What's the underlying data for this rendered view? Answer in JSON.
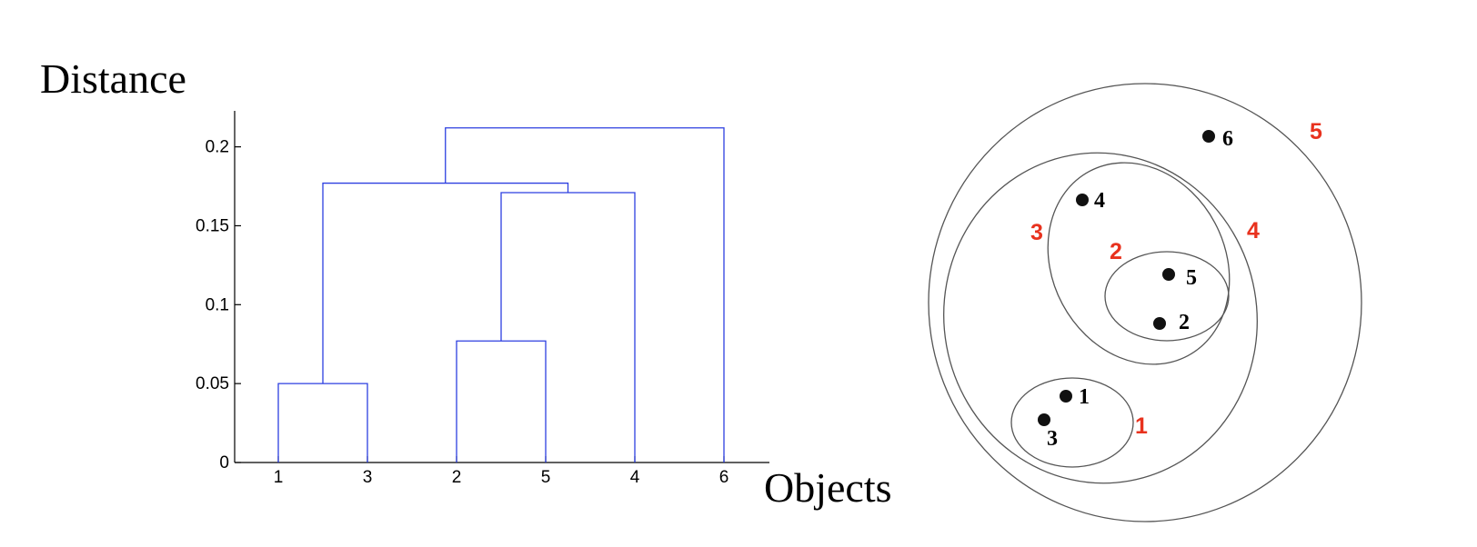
{
  "chart_data": [
    {
      "type": "dendrogram",
      "ylabel": "Distance",
      "xlabel": "Objects",
      "ylim": [
        0,
        0.22
      ],
      "yticks": [
        "0",
        "0.05",
        "0.1",
        "0.15",
        "0.2"
      ],
      "ytick_values": [
        0,
        0.05,
        0.1,
        0.15,
        0.2
      ],
      "leaves": [
        "1",
        "3",
        "2",
        "5",
        "4",
        "6"
      ],
      "merges": [
        {
          "left": "1",
          "right": "3",
          "height": 0.05
        },
        {
          "left": "2",
          "right": "5",
          "height": 0.077
        },
        {
          "left": "2,5",
          "right": "4",
          "height": 0.171
        },
        {
          "left": "1,3",
          "right": "2,5,4",
          "height": 0.177
        },
        {
          "left": "1,3,2,5,4",
          "right": "6",
          "height": 0.212
        }
      ],
      "line_color": "#2c3fe0"
    },
    {
      "type": "nested-clusters",
      "points": [
        "1",
        "2",
        "3",
        "4",
        "5",
        "6"
      ],
      "cluster_labels": [
        "1",
        "2",
        "3",
        "4",
        "5"
      ],
      "clusters": [
        {
          "label": "1",
          "members": [
            "1",
            "3"
          ]
        },
        {
          "label": "2",
          "members": [
            "2",
            "5"
          ]
        },
        {
          "label": "3",
          "members": [
            "2",
            "5",
            "4"
          ]
        },
        {
          "label": "4",
          "members": [
            "1",
            "3",
            "2",
            "5",
            "4"
          ]
        },
        {
          "label": "5",
          "members": [
            "1",
            "3",
            "2",
            "5",
            "4",
            "6"
          ]
        }
      ],
      "cluster_label_color": "#e8321e"
    }
  ]
}
